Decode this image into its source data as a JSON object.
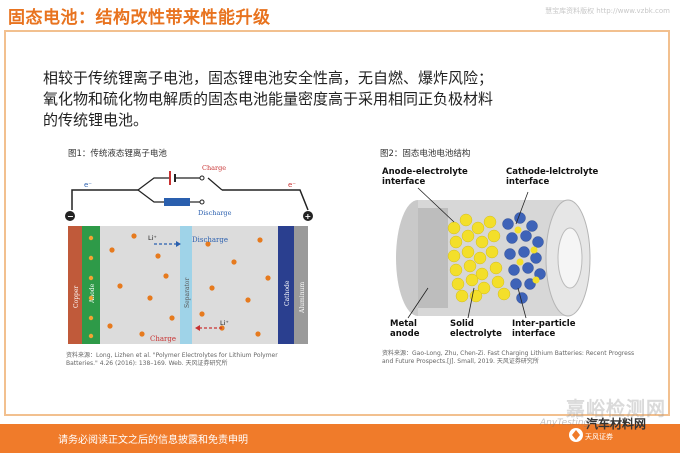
{
  "slide": {
    "title": "固态电池：结构改性带来性能升级",
    "watermark_top": "慧宝库资料版权 http://www.vzbk.com",
    "body_lines": [
      "相较于传统锂离子电池，固态锂电池安全性高，无自燃、爆炸风险；",
      "氧化物和硫化物电解质的固态电池能量密度高于采用相同正负极材料",
      "的传统锂电池。"
    ]
  },
  "figure1": {
    "caption": "图1：传统液态锂离子电池",
    "labels": {
      "charge": "Charge",
      "discharge": "Discharge",
      "electron_left": "e⁻",
      "electron_right": "e⁻",
      "minus": "−",
      "plus": "+",
      "li_top": "Li⁺",
      "li_bottom": "Li⁺",
      "discharge_inner": "Discharge",
      "charge_inner": "Charge",
      "copper": "Copper",
      "anode": "Anode",
      "separator": "Separator",
      "cathode": "Cathode",
      "aluminum": "Aluminum"
    },
    "source": [
      "资料来源：Long, Lizhen et al. \"Polymer Electrolytes for Lithium Polymer",
      "Batteries.\" 4.26 (2016): 138–169. Web. 天风证券研究所"
    ]
  },
  "figure2": {
    "caption": "图2：固态电池电池结构",
    "labels": {
      "anode_interface": "Anode-electrolyte interface",
      "cathode_interface": "Cathode-lelctrolyte interface",
      "metal_anode": "Metal anode",
      "solid_electrolyte": "Solid electrolyte",
      "inter_particle": "Inter-particle interface"
    },
    "source": [
      "资料来源：Gao-Long, Zhu, Chen-Zi. Fast Charging Lithium Batteries: Recent Progress",
      "and Future Prospects.[J]. Small, 2019. 天风证券研究所"
    ]
  },
  "footer": {
    "disclaimer": "请务必阅读正文之后的信息披露和免责申明",
    "brand": "天风证券"
  },
  "watermarks": {
    "big": "嘉峪检测网",
    "url": "AnyTesting.com",
    "car": "汽车材料网"
  }
}
